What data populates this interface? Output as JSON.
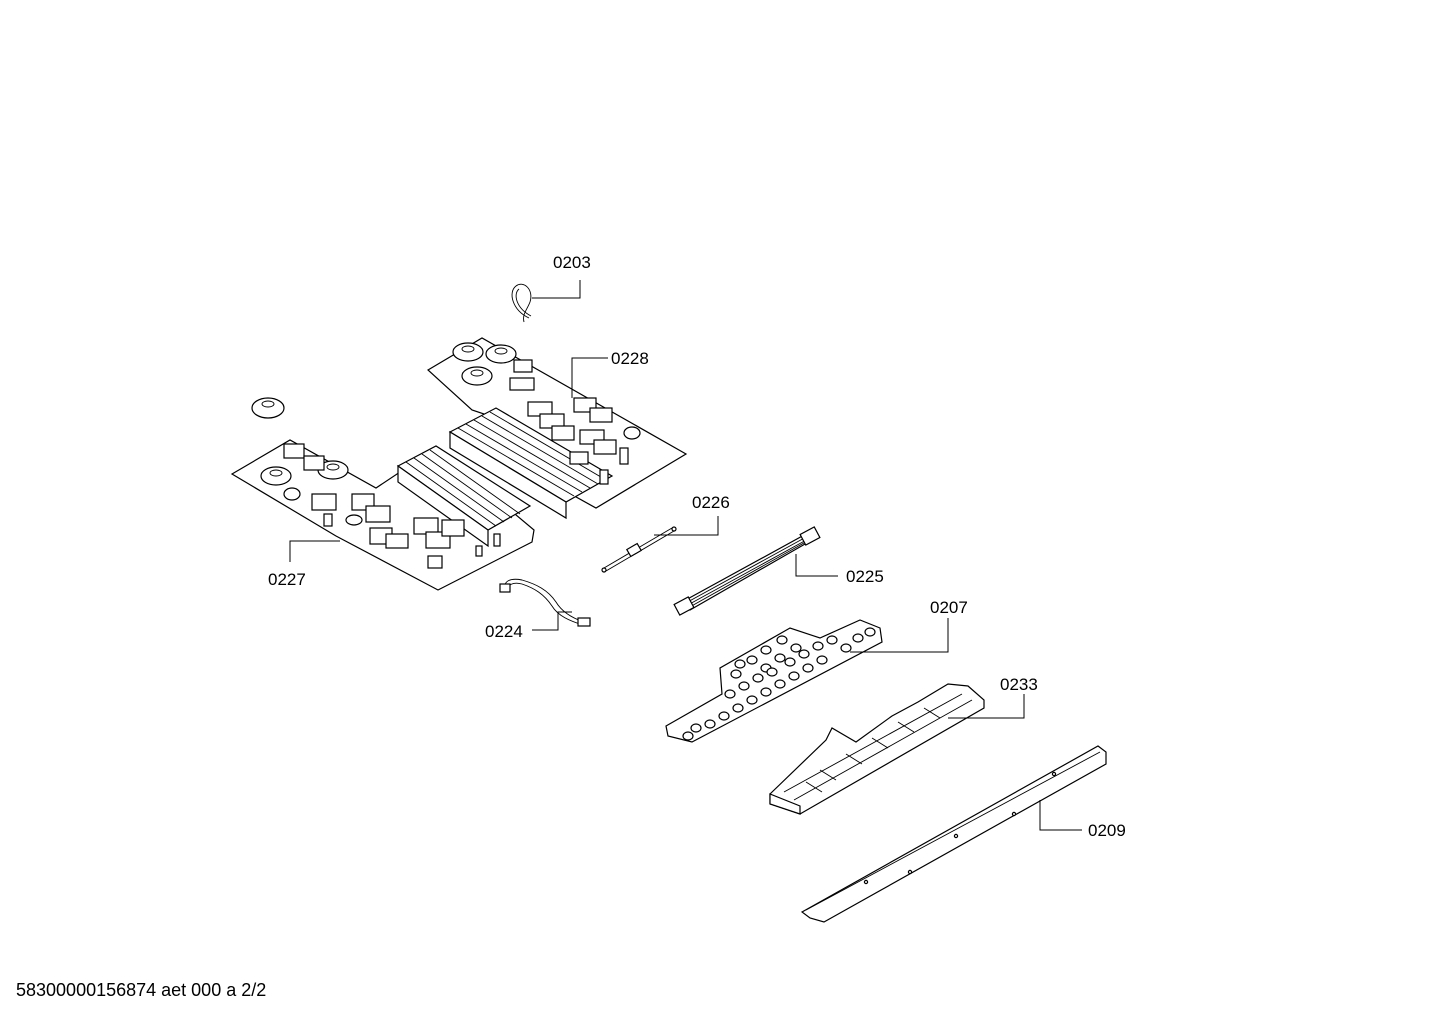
{
  "parts": [
    {
      "id": "p0203",
      "label": "0203"
    },
    {
      "id": "p0228",
      "label": "0228"
    },
    {
      "id": "p0226",
      "label": "0226"
    },
    {
      "id": "p0227",
      "label": "0227"
    },
    {
      "id": "p0225",
      "label": "0225"
    },
    {
      "id": "p0224",
      "label": "0224"
    },
    {
      "id": "p0207",
      "label": "0207"
    },
    {
      "id": "p0233",
      "label": "0233"
    },
    {
      "id": "p0209",
      "label": "0209"
    }
  ],
  "footer": {
    "text": "58300000156874 aet 000 a 2/2"
  }
}
